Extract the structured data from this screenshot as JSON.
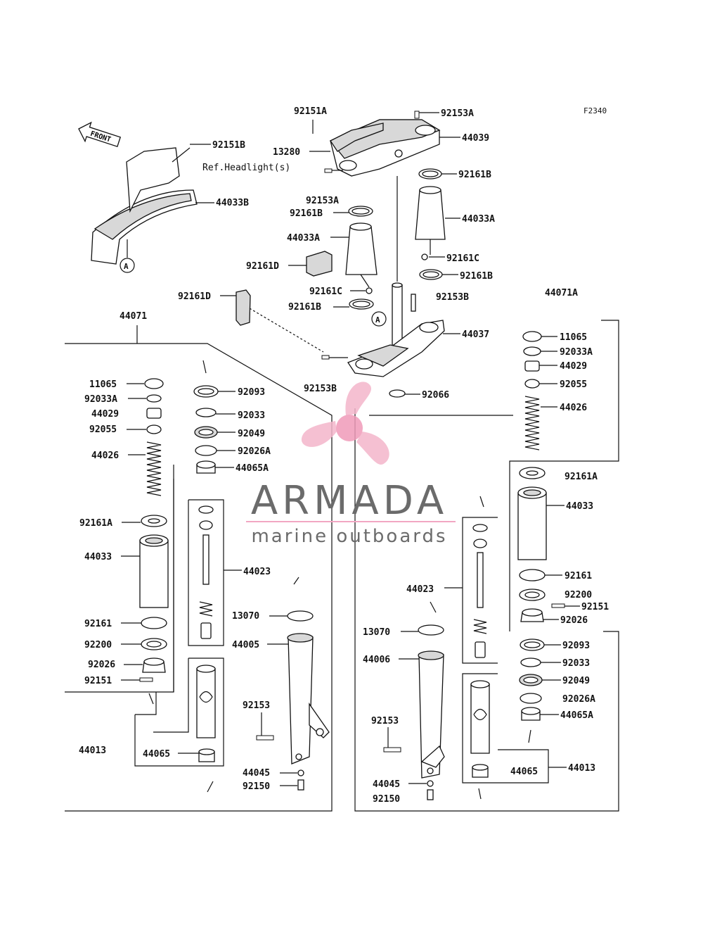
{
  "diagram_code": "F2340",
  "front_label": "FRONT",
  "ref_text": "Ref.Headlight(s)",
  "circle_marker": "A",
  "watermark": {
    "brand": "ARMADA",
    "tagline": "marine outboards",
    "colors": {
      "logo": "#f2a7c3",
      "brand": "#6b6b6b",
      "rule": "#f2a7c3"
    }
  },
  "labels": {
    "l92151A": "92151A",
    "l92153A_top": "92153A",
    "l44039": "44039",
    "l13280": "13280",
    "l92161B_a": "92161B",
    "l92153A_b": "92153A",
    "l92161B_b": "92161B",
    "l44033A_r": "44033A",
    "l44033A_l": "44033A",
    "l92161C_r": "92161C",
    "l92161D_a": "92161D",
    "l92161B_c": "92161B",
    "l92161C_l": "92161C",
    "l92153B_r": "92153B",
    "l92161D_b": "92161D",
    "l92161B_d": "92161B",
    "l44037": "44037",
    "l92153B_b": "92153B",
    "l92066": "92066",
    "l92151B": "92151B",
    "l44033B": "44033B",
    "l44071A": "44071A",
    "l44071": "44071",
    "L11065": "11065",
    "L92033A": "92033A",
    "L44029": "44029",
    "L92055": "92055",
    "L44026": "44026",
    "L92161A": "92161A",
    "L44033": "44033",
    "L92161": "92161",
    "L92200": "92200",
    "L92026": "92026",
    "L92151": "92151",
    "L44013": "44013",
    "L44065b": "44065",
    "Lm92093": "92093",
    "Lm92033": "92033",
    "Lm92049": "92049",
    "Lm92026A": "92026A",
    "Lm44065A": "44065A",
    "Lm44023": "44023",
    "Lm13070": "13070",
    "Lm44005": "44005",
    "Lm92153": "92153",
    "Lm44045": "44045",
    "Lm92150": "92150",
    "R11065": "11065",
    "R92033A": "92033A",
    "R44029": "44029",
    "R92055": "92055",
    "R44026": "44026",
    "R92161A": "92161A",
    "R44033": "44033",
    "R92161": "92161",
    "R92200": "92200",
    "R92151": "92151",
    "R92026": "92026",
    "R92093": "92093",
    "R92033": "92033",
    "R92049": "92049",
    "R92026A": "92026A",
    "R44065A": "44065A",
    "R44013": "44013",
    "R44065": "44065",
    "Rm44023": "44023",
    "Rm13070": "13070",
    "Rm44006": "44006",
    "Rm92153": "92153",
    "Rm44045": "44045",
    "Rm92150": "92150"
  }
}
